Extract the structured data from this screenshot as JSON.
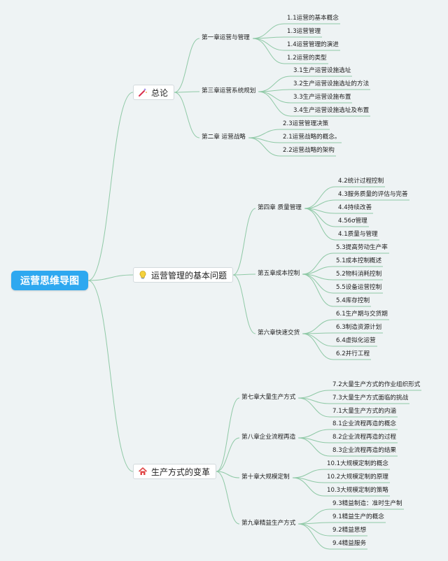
{
  "root": "运营思维导图",
  "topics": [
    {
      "label": "总论",
      "icon": "magic-wand-icon",
      "chapters": [
        {
          "label": "第一章运营与管理",
          "items": [
            "1.1运营的基本概念",
            "1.3运营管理",
            "1.4运营管理的演进",
            "1.2运营的类型"
          ]
        },
        {
          "label": "第三章运营系统规划",
          "items": [
            "3.1生产运营设施选址",
            "3.2生产运营设施选址的方法",
            "3.3生产运营设施布置",
            "3.4生产运营设施选址及布置"
          ]
        },
        {
          "label": "第二章 运营战略",
          "items": [
            "2.3运营管理决策",
            "2.1运营战略的概念。",
            "2.2运营战略的架构"
          ]
        }
      ]
    },
    {
      "label": "运营管理的基本问题",
      "icon": "lightbulb-icon",
      "chapters": [
        {
          "label": "第四章 质量管理",
          "items": [
            "4.2统计过程控制",
            "4.3服务质量的评估与完善",
            "4.4持续改善",
            "4.56σ管理",
            "4.1质量与管理"
          ]
        },
        {
          "label": "第五章成本控制",
          "items": [
            "5.3提高劳动生产率",
            "5.1成本控制概述",
            "5.2物料消耗控制",
            "5.5设备运营控制",
            "5.4库存控制"
          ]
        },
        {
          "label": "第六章快速交货",
          "items": [
            "6.1生产期与交货期",
            "6.3制造资源计划",
            "6.4虚拟化运营",
            "6.2并行工程"
          ]
        }
      ]
    },
    {
      "label": "生产方式的变革",
      "icon": "home-icon",
      "chapters": [
        {
          "label": "第七章大量生产方式",
          "items": [
            "7.2大量生产方式的作业组织形式",
            "7.3大量生产方式面临的挑战",
            "7.1大量生产方式的内涵"
          ]
        },
        {
          "label": "第八章企业流程再造",
          "items": [
            "8.1企业流程再造的概念",
            "8.2企业流程再造的过程",
            "8.3企业流程再造的结果"
          ]
        },
        {
          "label": "第十章大规模定制",
          "items": [
            "10.1大规模定制的概念",
            "10.2大规模定制的原理",
            "10.3大规模定制的策略"
          ]
        },
        {
          "label": "第九章精益生产方式",
          "items": [
            "9.3精益制造：准时生产制",
            "9.1精益生产的概念",
            "9.2精益思想",
            "9.4精益服务"
          ]
        }
      ]
    }
  ],
  "colors": {
    "root": "#2ea8f0",
    "line": "#8fc9a6",
    "background": "#eef3f4"
  }
}
